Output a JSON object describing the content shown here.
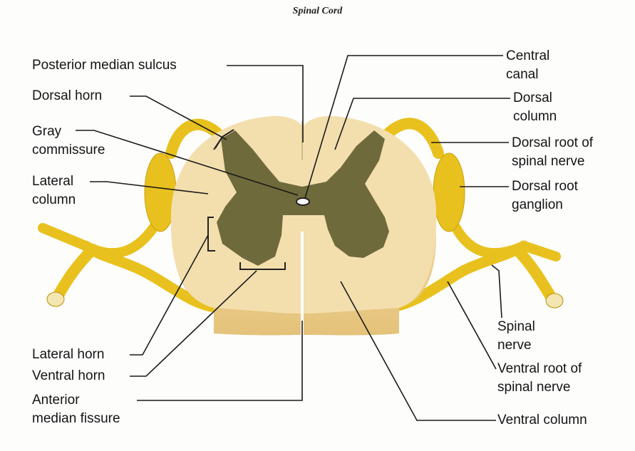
{
  "title": "Spinal Cord",
  "colors": {
    "white_matter": "#f3dfae",
    "gray_matter": "#6f6a3b",
    "nerve": "#e9c11e",
    "nerve_dark": "#b8920c",
    "line": "#1a1a1a"
  },
  "labels": {
    "posterior_median_sulcus": "Posterior median sulcus",
    "dorsal_horn": "Dorsal horn",
    "gray_commissure": [
      "Gray",
      "commissure"
    ],
    "lateral_column": [
      "Lateral",
      "column"
    ],
    "lateral_horn": "Lateral horn",
    "ventral_horn": "Ventral horn",
    "anterior_median_fissure": [
      "Anterior",
      "median fissure"
    ],
    "central_canal": [
      "Central",
      "canal"
    ],
    "dorsal_column": [
      "Dorsal",
      "column"
    ],
    "dorsal_root": [
      "Dorsal root of",
      "spinal nerve"
    ],
    "dorsal_root_ganglion": [
      "Dorsal root",
      "ganglion"
    ],
    "spinal_nerve": [
      "Spinal",
      "nerve"
    ],
    "ventral_root": [
      "Ventral root of",
      "spinal nerve"
    ],
    "ventral_column": "Ventral column"
  }
}
